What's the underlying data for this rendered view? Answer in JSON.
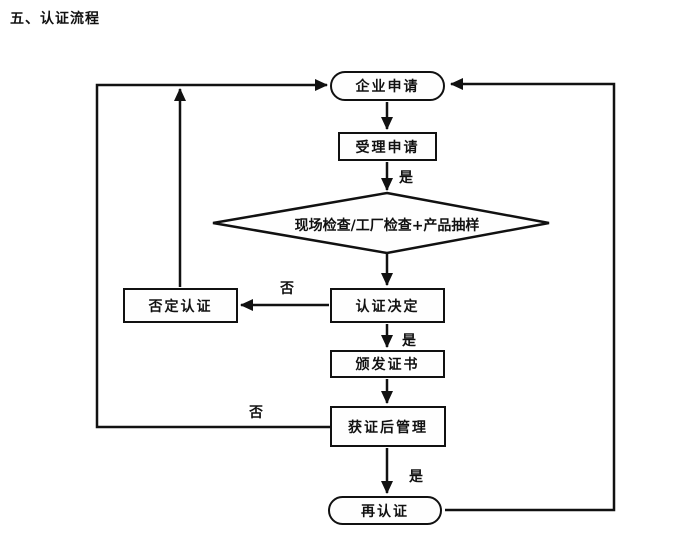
{
  "title": "五、认证流程",
  "colors": {
    "line": "#111111",
    "background": "#ffffff",
    "node_fill": "#fefefe"
  },
  "flowchart": {
    "nodes": [
      {
        "id": "enterprise-application",
        "label": "企业申请",
        "shape": "stadium"
      },
      {
        "id": "accept-application",
        "label": "受理申请",
        "shape": "rect"
      },
      {
        "id": "inspection-sampling",
        "label": "现场检查/工厂检查+产品抽样",
        "shape": "diamond"
      },
      {
        "id": "deny-certification",
        "label": "否定认证",
        "shape": "rect"
      },
      {
        "id": "certification-decision",
        "label": "认证决定",
        "shape": "rect"
      },
      {
        "id": "issue-certificate",
        "label": "颁发证书",
        "shape": "rect"
      },
      {
        "id": "post-certification-management",
        "label": "获证后管理",
        "shape": "rect"
      },
      {
        "id": "re-certification",
        "label": "再认证",
        "shape": "stadium"
      }
    ],
    "edge_labels": {
      "accept_yes": "是",
      "decision_no": "否",
      "decision_yes": "是",
      "post_no": "否",
      "post_yes": "是"
    }
  }
}
